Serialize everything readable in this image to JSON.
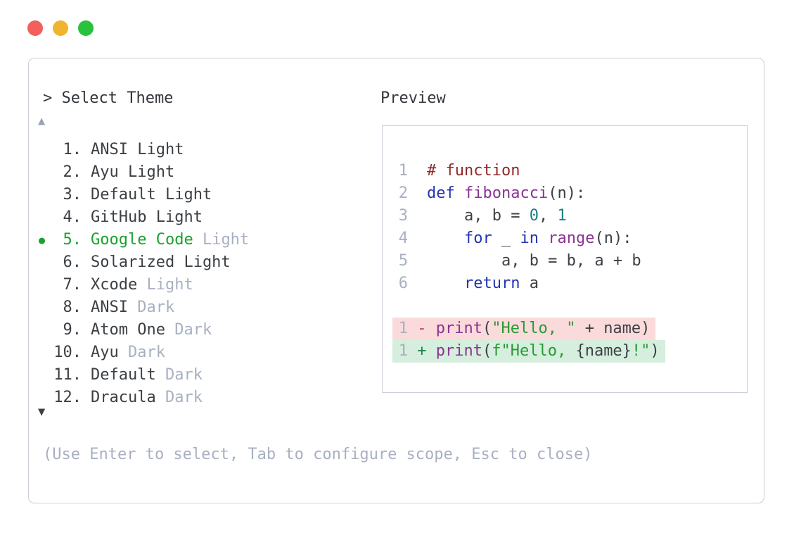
{
  "window": {
    "traffic_lights": [
      {
        "name": "close-button",
        "color": "#f25f5c"
      },
      {
        "name": "minimize-button",
        "color": "#f0b42e"
      },
      {
        "name": "zoom-button",
        "color": "#28c23d"
      }
    ]
  },
  "theme_selector": {
    "prompt": "> Select Theme",
    "scroll_up_indicator": "▲",
    "scroll_down_indicator": "▼",
    "selected_bullet": "●",
    "items": [
      {
        "num": "1.",
        "name": "ANSI Light",
        "suffix": "",
        "selected": false
      },
      {
        "num": "2.",
        "name": "Ayu Light",
        "suffix": "",
        "selected": false
      },
      {
        "num": "3.",
        "name": "Default Light",
        "suffix": "",
        "selected": false
      },
      {
        "num": "4.",
        "name": "GitHub Light",
        "suffix": "",
        "selected": false
      },
      {
        "num": "5.",
        "name": "Google Code",
        "suffix": "Light",
        "selected": true
      },
      {
        "num": "6.",
        "name": "Solarized Light",
        "suffix": "",
        "selected": false
      },
      {
        "num": "7.",
        "name": "Xcode",
        "suffix": "Light",
        "selected": false
      },
      {
        "num": "8.",
        "name": "ANSI",
        "suffix": "Dark",
        "selected": false
      },
      {
        "num": "9.",
        "name": "Atom One",
        "suffix": "Dark",
        "selected": false
      },
      {
        "num": "10.",
        "name": "Ayu",
        "suffix": "Dark",
        "selected": false
      },
      {
        "num": "11.",
        "name": "Default",
        "suffix": "Dark",
        "selected": false
      },
      {
        "num": "12.",
        "name": "Dracula",
        "suffix": "Dark",
        "selected": false
      }
    ],
    "hint": "(Use Enter to select, Tab to configure scope, Esc to close)"
  },
  "preview": {
    "label": "Preview",
    "code_lines": [
      {
        "num": "1",
        "tokens": [
          {
            "t": "# function",
            "c": "comment"
          }
        ]
      },
      {
        "num": "2",
        "tokens": [
          {
            "t": "def",
            "c": "keyword"
          },
          {
            "t": " ",
            "c": "plain"
          },
          {
            "t": "fibonacci",
            "c": "title"
          },
          {
            "t": "(n):",
            "c": "plain"
          }
        ]
      },
      {
        "num": "3",
        "tokens": [
          {
            "t": "    a, b = ",
            "c": "plain"
          },
          {
            "t": "0",
            "c": "number"
          },
          {
            "t": ", ",
            "c": "plain"
          },
          {
            "t": "1",
            "c": "number"
          }
        ]
      },
      {
        "num": "4",
        "tokens": [
          {
            "t": "    ",
            "c": "plain"
          },
          {
            "t": "for",
            "c": "keyword"
          },
          {
            "t": " _ ",
            "c": "plain"
          },
          {
            "t": "in",
            "c": "keyword"
          },
          {
            "t": " ",
            "c": "plain"
          },
          {
            "t": "range",
            "c": "title"
          },
          {
            "t": "(n):",
            "c": "plain"
          }
        ]
      },
      {
        "num": "5",
        "tokens": [
          {
            "t": "        a, b = b, a + b",
            "c": "plain"
          }
        ]
      },
      {
        "num": "6",
        "tokens": [
          {
            "t": "    ",
            "c": "plain"
          },
          {
            "t": "return",
            "c": "keyword"
          },
          {
            "t": " a",
            "c": "plain"
          }
        ]
      }
    ],
    "diff_lines": [
      {
        "num": "1",
        "kind": "removed",
        "tokens": [
          {
            "t": "- ",
            "c": "minus"
          },
          {
            "t": "print",
            "c": "title"
          },
          {
            "t": "(",
            "c": "plain"
          },
          {
            "t": "\"Hello, \"",
            "c": "string"
          },
          {
            "t": " + name)",
            "c": "plain"
          }
        ]
      },
      {
        "num": "1",
        "kind": "added",
        "tokens": [
          {
            "t": "+ ",
            "c": "plus"
          },
          {
            "t": "print",
            "c": "title"
          },
          {
            "t": "(",
            "c": "plain"
          },
          {
            "t": "f\"Hello, ",
            "c": "string"
          },
          {
            "t": "{name}",
            "c": "plain"
          },
          {
            "t": "!\"",
            "c": "string"
          },
          {
            "t": ")",
            "c": "plain"
          }
        ]
      }
    ]
  },
  "colors": {
    "panel_border": "#c9cdd7",
    "text_dark": "#3b4045",
    "text_muted": "#a8b0c1",
    "selected_green": "#18a12d",
    "syntax_comment": "#8f2a28",
    "syntax_keyword": "#2434b0",
    "syntax_title": "#8a3393",
    "syntax_number": "#1a7f86",
    "syntax_string": "#279b31",
    "diff_removed_bg": "#fadada",
    "diff_added_bg": "#d6eedd",
    "diff_minus": "#c33c3c",
    "diff_plus": "#208449"
  }
}
